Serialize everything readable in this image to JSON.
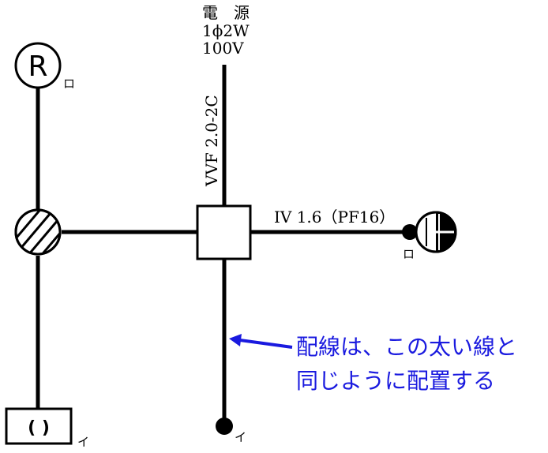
{
  "power_source": {
    "line1": "電　源",
    "line2": "1ϕ2W",
    "line3": "100V"
  },
  "cables": {
    "main": "VVF 2.0-2C",
    "branch": "IV 1.6（PF16）"
  },
  "fixtures": {
    "lamp_r_symbol": "R",
    "lamp_r_label": "ロ",
    "ceiling_light_symbol": "( )",
    "ceiling_light_label": "イ",
    "outlet_label": "ロ",
    "bottom_switch_label": "イ"
  },
  "annotation": {
    "line1": "配線は、この太い線と",
    "line2": "同じように配置する",
    "color": "#1a1adf"
  }
}
